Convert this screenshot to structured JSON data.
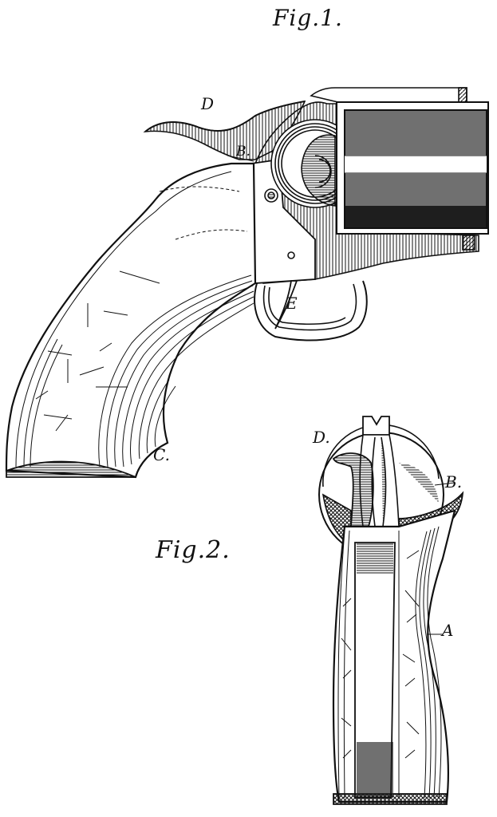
{
  "document": {
    "type": "patent-drawing",
    "figures": [
      {
        "id": "fig1",
        "title": "Fig.1.",
        "subject": "revolver side view",
        "labels": {
          "D": "D",
          "B": "B.",
          "E": "E",
          "C": "C."
        }
      },
      {
        "id": "fig2",
        "title": "Fig.2.",
        "subject": "grip rear view",
        "labels": {
          "D": "D.",
          "B": "B.",
          "A": "A"
        }
      }
    ]
  },
  "style": {
    "ink": "#111111",
    "paper": "#ffffff"
  }
}
